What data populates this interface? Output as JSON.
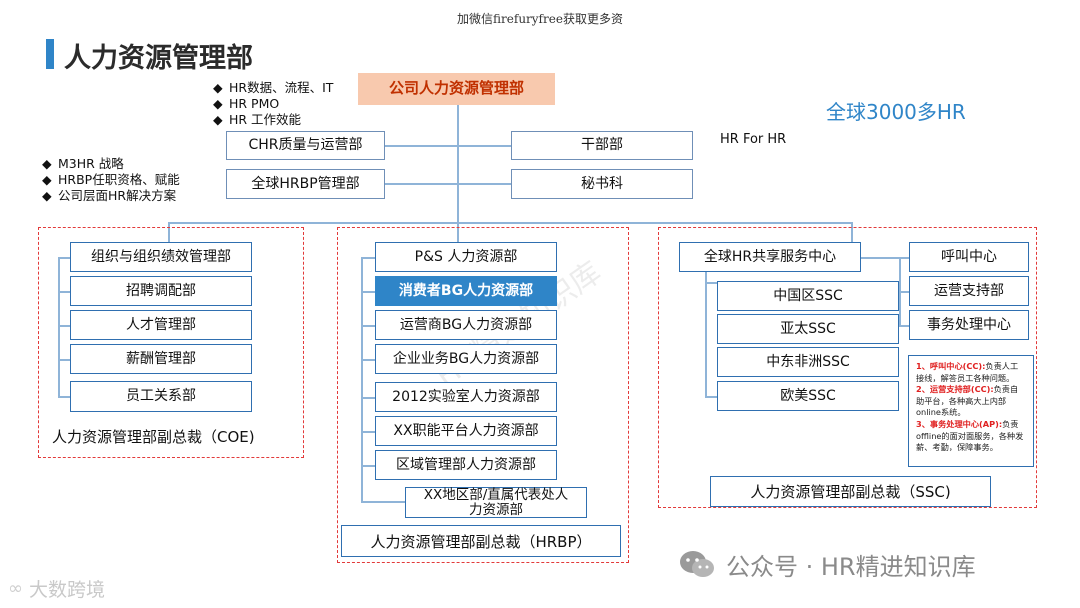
{
  "watermark_top": "加微信firefuryfree获取更多资",
  "page_title": "人力资源管理部",
  "global_hr_count": "全球3000多HR",
  "top_box": "公司人力资源管理部",
  "top_bullets": [
    "HR数据、流程、IT",
    "HR PMO",
    "HR 工作效能"
  ],
  "left_bullets": [
    "M3HR 战略",
    "HRBP任职资格、赋能",
    "公司层面HR解决方案"
  ],
  "hr_for_hr": "HR For HR",
  "second_row": {
    "chr_quality": "CHR质量与运营部",
    "global_hrbp": "全球HRBP管理部",
    "cadre": "干部部",
    "secretariat": "秘书科"
  },
  "coe": {
    "items": [
      "组织与组织绩效管理部",
      "招聘调配部",
      "人才管理部",
      "薪酬管理部",
      "员工关系部"
    ],
    "vp": "人力资源管理部副总裁（COE)"
  },
  "hrbp": {
    "items": [
      "P&S 人力资源部",
      "消费者BG人力资源部",
      "运营商BG人力资源部",
      "企业业务BG人力资源部",
      "2012实验室人力资源部",
      "XX职能平台人力资源部",
      "区域管理部人力资源部"
    ],
    "regional_line1": "XX地区部/直属代表处人",
    "regional_line2": "力资源部",
    "vp": "人力资源管理部副总裁（HRBP）"
  },
  "ssc": {
    "center": "全球HR共享服务中心",
    "regions": [
      "中国区SSC",
      "亚太SSC",
      "中东非洲SSC",
      "欧美SSC"
    ],
    "functions": [
      "呼叫中心",
      "运营支持部",
      "事务处理中心"
    ],
    "note": {
      "n1_label": "1、呼叫中心(CC):",
      "n1_text": "负责人工接线，解答员工各种问题。",
      "n2_label": "2、运营支持部(CC):",
      "n2_text": "负责自助平台，各种高大上内部online系统。",
      "n3_label": "3、事务处理中心(AP):",
      "n3_text": "负责offline的面对面服务，各种发薪、考勤，保障事务。"
    },
    "vp": "人力资源管理部副总裁（SSC)"
  },
  "bg_watermark": "HR精进知识库",
  "footer_left": "大数跨境",
  "footer_right": "公众号 · HR精进知识库",
  "colors": {
    "accent": "#2f85c8",
    "top_box_bg": "#f8c9ae",
    "dash": "#e23a3a",
    "note_red": "#e02020"
  }
}
